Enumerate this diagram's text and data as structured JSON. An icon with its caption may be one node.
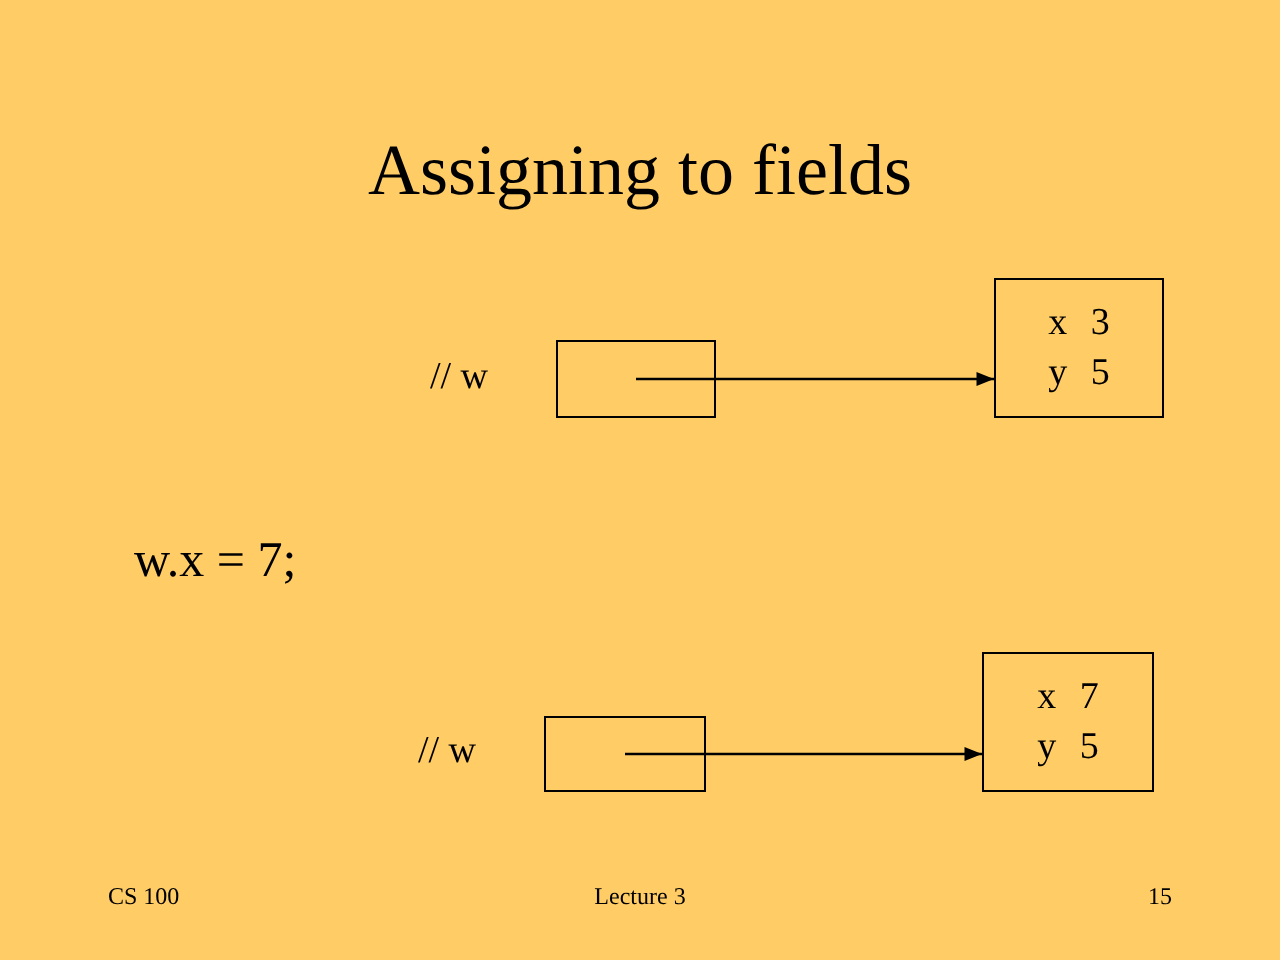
{
  "diagram": {
    "title": "Assigning to fields",
    "nodes": [
      {
        "text": [],
        "shape": "box",
        "beside": [
          "// w"
        ]
      },
      {
        "text": [
          "x 3",
          "y 5"
        ]
      },
      {
        "text": [],
        "shape": "box",
        "beside": [
          "// w"
        ]
      },
      {
        "text": [
          "x 7",
          "y 5"
        ]
      }
    ],
    "edges": [
      {
        "from": 0,
        "to": 1,
        "arrow": "to"
      },
      {
        "from": 2,
        "to": 3,
        "arrow": "to"
      }
    ],
    "labels": [
      "w.x = 7;",
      "CS 100",
      "Lecture 3",
      "15"
    ]
  }
}
